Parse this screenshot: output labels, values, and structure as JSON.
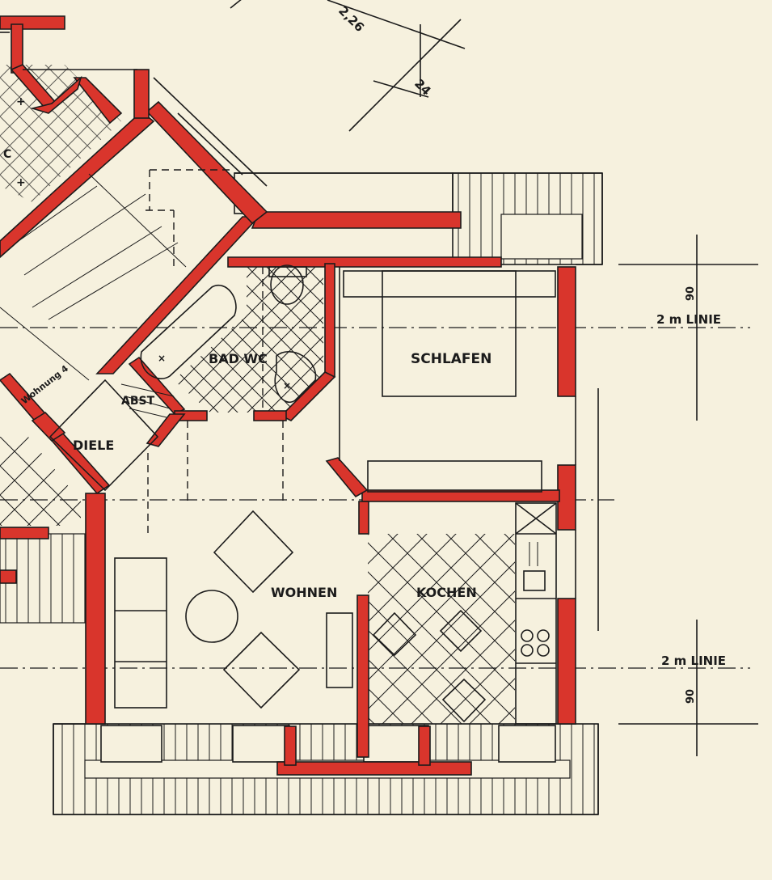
{
  "rooms": {
    "schlafen": "SCHLAFEN",
    "bad_wc": "BAD WC",
    "abst": "ABST",
    "diele": "DIELE",
    "wohnen": "WOHNEN",
    "kochen": "KOCHEN",
    "wc_partial": "C",
    "wohnung": "Wohnung 4"
  },
  "dimensions": {
    "top_diag_1": "2,26",
    "top_diag_2": "24",
    "upper_height": "90",
    "lower_height": "90"
  },
  "lines": {
    "upper_line_label": "2 m LINIE",
    "lower_line_label": "2 m LINIE"
  },
  "colors": {
    "paper": "#f6f1de",
    "wall_red": "#d9352c",
    "ink": "#1b1b1b"
  }
}
